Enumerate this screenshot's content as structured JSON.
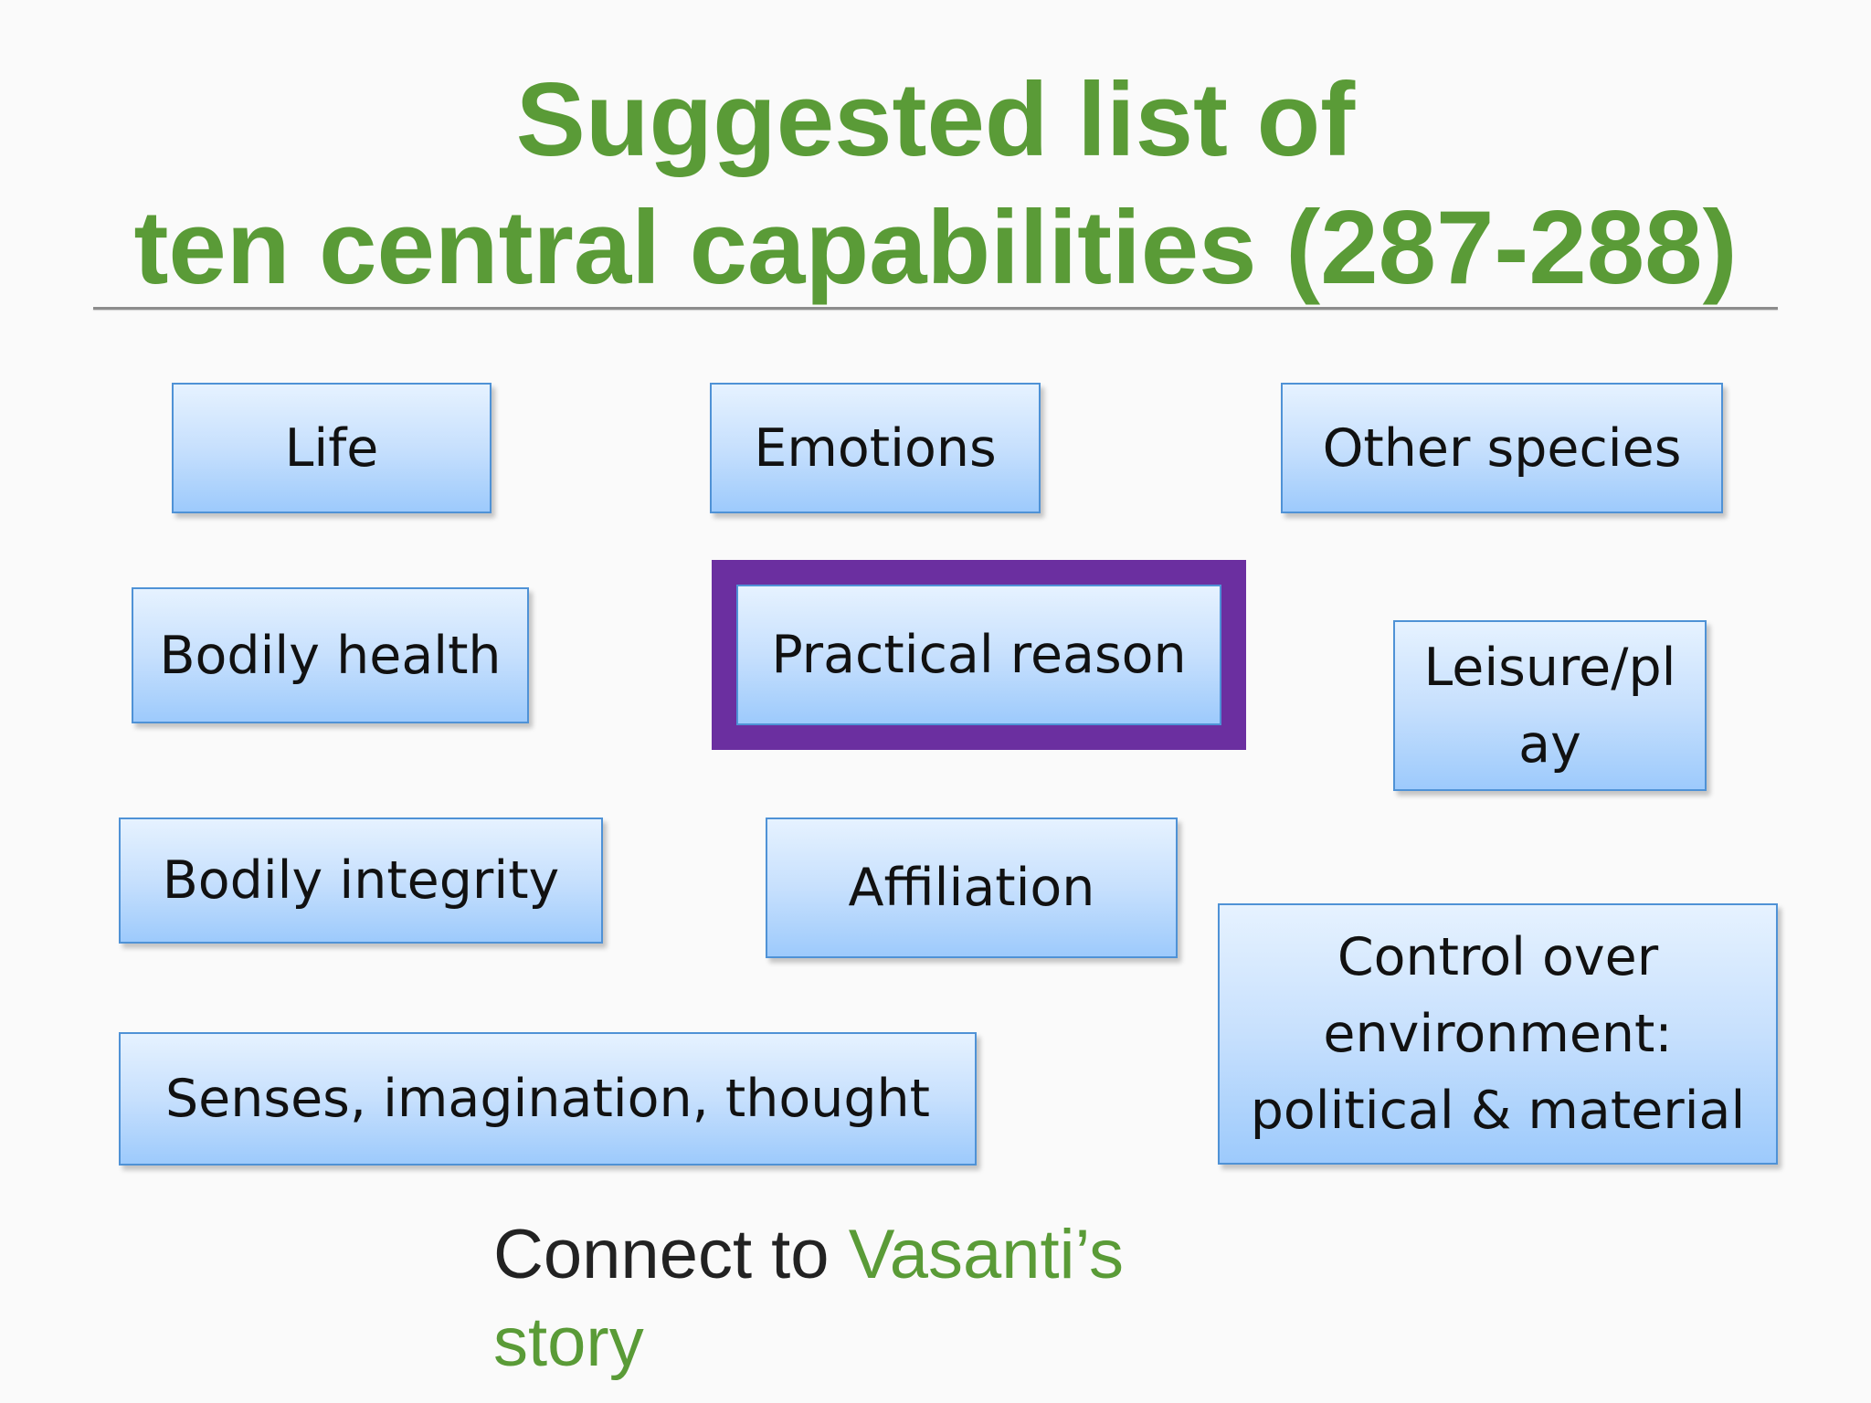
{
  "slide": {
    "title_line1": "Suggested list of",
    "title_line2": "ten central capabilities (287-288)"
  },
  "capabilities": {
    "life": "Life",
    "emotions": "Emotions",
    "other_species": "Other species",
    "bodily_health": "Bodily health",
    "practical_reason": "Practical reason",
    "leisure_line1": "Leisure/pl",
    "leisure_line2": "ay",
    "bodily_integrity": "Bodily integrity",
    "affiliation": "Affiliation",
    "control_line1": "Control over",
    "control_line2": "environment:",
    "control_line3": "political & material",
    "senses": "Senses, imagination, thought"
  },
  "highlighted": "Practical reason",
  "footer": {
    "prefix": "Connect to ",
    "accent_line1": "Vasanti’s",
    "accent_line2": "story"
  },
  "colors": {
    "title_green": "#5a9b37",
    "box_border_blue": "#4f92d6",
    "highlight_purple": "#6b2fa0",
    "text_dark": "#222222"
  }
}
